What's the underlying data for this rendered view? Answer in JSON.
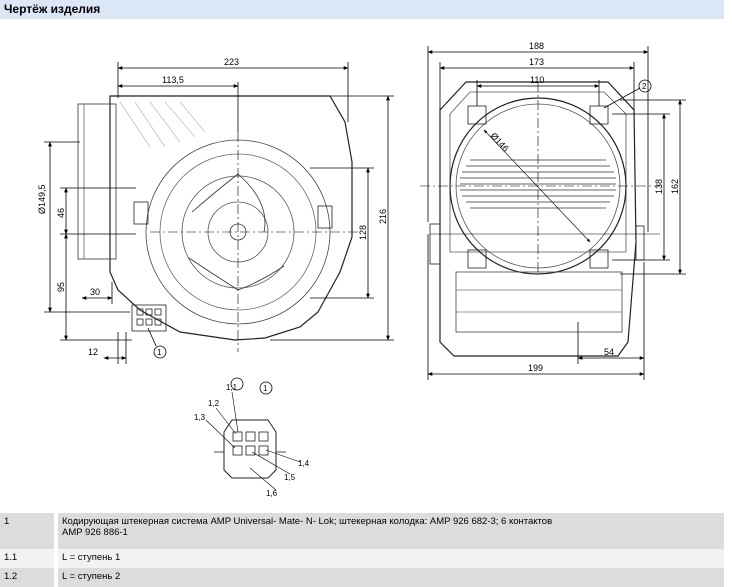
{
  "header": {
    "title": "Чертёж изделия"
  },
  "left_view": {
    "dims": {
      "width_total": "223",
      "width_half": "113,5",
      "height_total": "216",
      "height_right": "128",
      "diameter": "Ø149,5",
      "left_46": "46",
      "left_95": "95",
      "bottom_30": "30",
      "bottom_12": "12"
    },
    "callout": "1"
  },
  "right_view": {
    "dims": {
      "top_188": "188",
      "top_173": "173",
      "top_110": "110",
      "right_162": "162",
      "right_138": "138",
      "diameter": "Ø146",
      "bottom_199": "199",
      "bottom_54": "54"
    },
    "callout": "2"
  },
  "connector": {
    "callout": "1",
    "pins": [
      "1,1",
      "1,2",
      "1,3",
      "1,4",
      "1,5",
      "1,6"
    ]
  },
  "legend": [
    {
      "num": "1",
      "text": "Кодирующая штекерная система AMP Universal- Mate- N- Lok; штекерная колодка: AMP 926 682-3; 6 контактов",
      "text2": "AMP 926 886-1"
    },
    {
      "num": "1.1",
      "text": "L = ступень 1",
      "text2": ""
    },
    {
      "num": "1.2",
      "text": "L = ступень 2",
      "text2": ""
    }
  ]
}
